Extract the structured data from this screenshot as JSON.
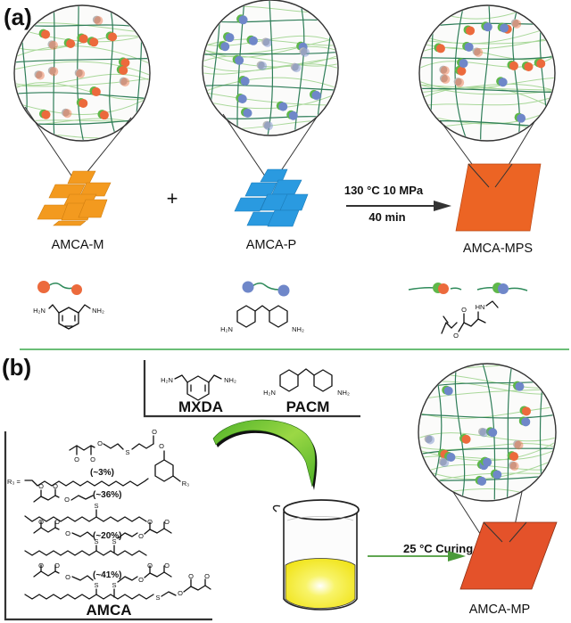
{
  "figure": {
    "panel_a": {
      "label": "(a)",
      "materials": [
        {
          "name": "AMCA-M",
          "color": "#f39a1f",
          "icon": "stacked-sheets-icon"
        },
        {
          "name": "AMCA-P",
          "color": "#2a9ae0",
          "icon": "stacked-sheets-icon"
        },
        {
          "name": "AMCA-MPS",
          "color": "#ec6424",
          "icon": "sheet-icon"
        }
      ],
      "operator": "+",
      "reaction": {
        "condition_top": "130 °C 10 MPa",
        "condition_bottom": "40 min"
      },
      "structures": {
        "mxda_left": "H₂N",
        "mxda_right": "NH₂",
        "pacm_left": "H₂N",
        "pacm_right": "NH₂",
        "product_o": "O",
        "product_hn": "HN",
        "product_ester_o": "O"
      },
      "bead_colors": {
        "orange": "#ec6a3c",
        "blue": "#6f87c9",
        "green": "#5fb84a",
        "chain_dark": "#2e7d58",
        "chain_light": "#a9d89a"
      }
    },
    "divider_color": "#3aa84a",
    "panel_b": {
      "label": "(b)",
      "amines": [
        {
          "name": "MXDA",
          "left": "H₂N",
          "right": "NH₂"
        },
        {
          "name": "PACM",
          "left": "H₂N",
          "right": "NH₂"
        }
      ],
      "amca": {
        "name": "AMCA",
        "r3": "R₃ =",
        "r3_sub": "R₃",
        "components": [
          "(~3%)",
          "(~36%)",
          "(~20%)",
          "(~41%)"
        ],
        "atoms": {
          "o": "O",
          "s": "S"
        }
      },
      "curing": {
        "label": "25 °C Curing"
      },
      "product": {
        "name": "AMCA-MP",
        "color": "#e4522a"
      },
      "liquid_color": "#f4ec2a"
    }
  }
}
